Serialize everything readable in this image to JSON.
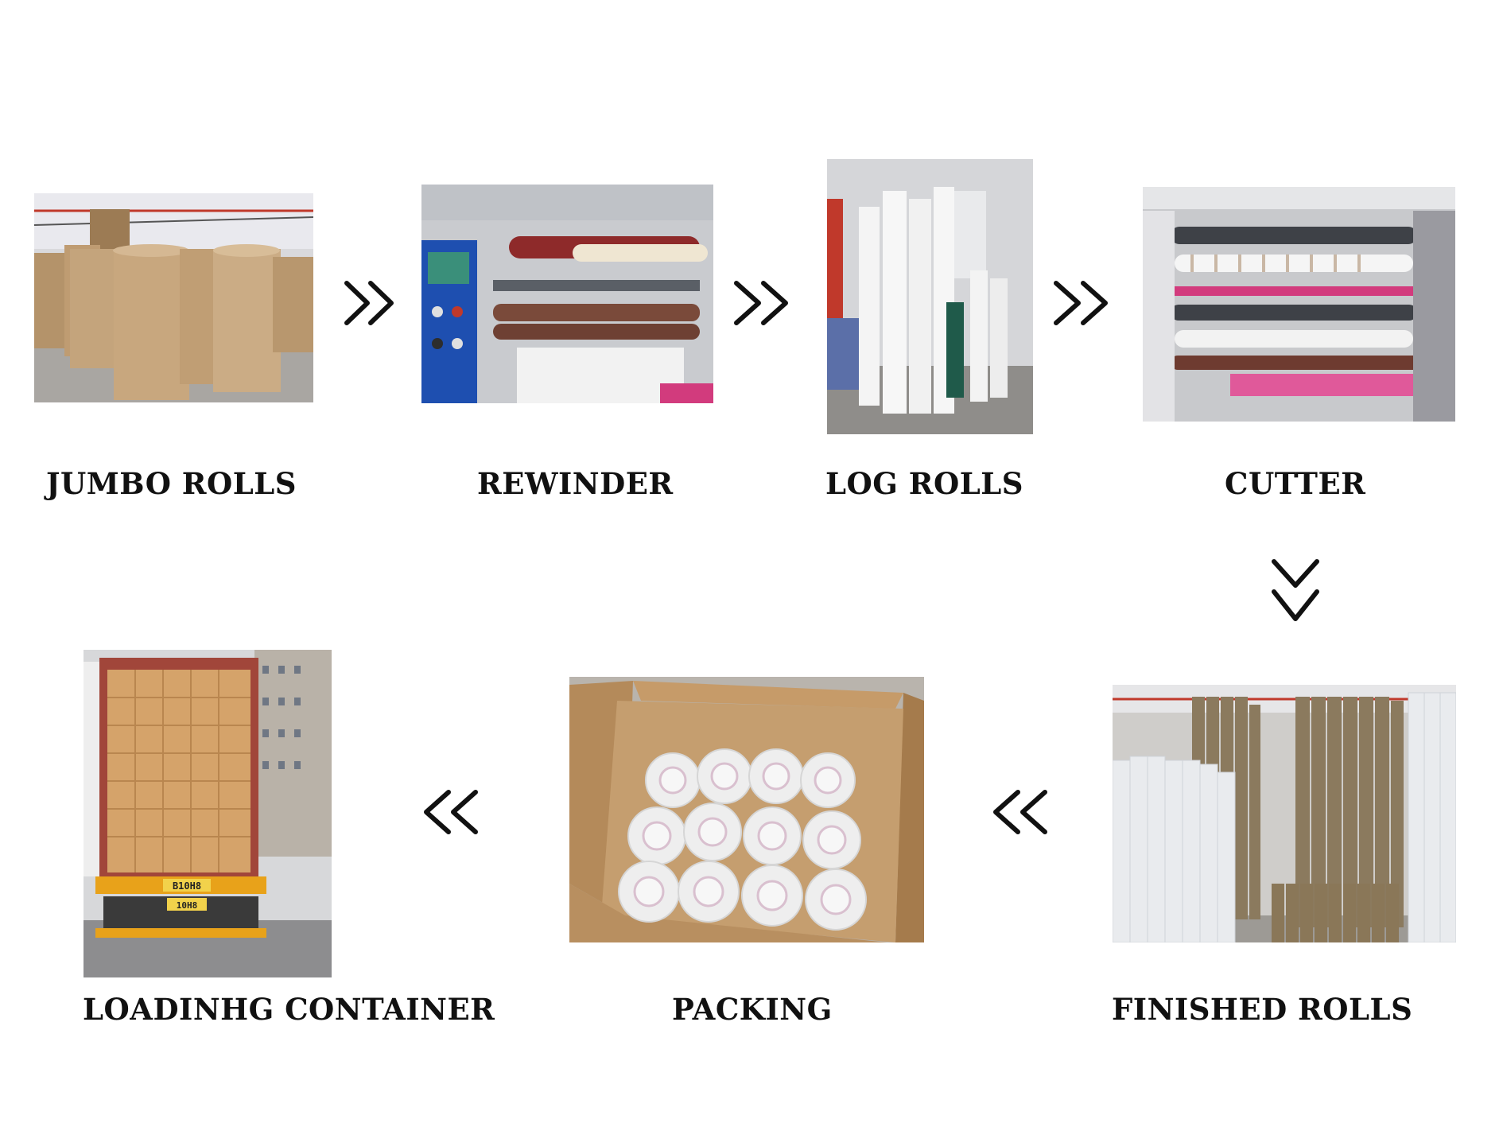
{
  "steps": [
    {
      "id": "jumbo",
      "label": "JUMBO ROLLS"
    },
    {
      "id": "rewinder",
      "label": "REWINDER"
    },
    {
      "id": "log",
      "label": "LOG ROLLS"
    },
    {
      "id": "cutter",
      "label": "CUTTER"
    },
    {
      "id": "finished",
      "label": "FINISHED ROLLS"
    },
    {
      "id": "packing",
      "label": "PACKING"
    },
    {
      "id": "loading",
      "label": "LOADINHG CONTAINER"
    }
  ],
  "container_plates": {
    "top": "B10H8",
    "bottom": "10H8"
  },
  "colors": {
    "arrow": "#111111",
    "kraft": "#b8956a",
    "pink": "#d23b7d"
  }
}
